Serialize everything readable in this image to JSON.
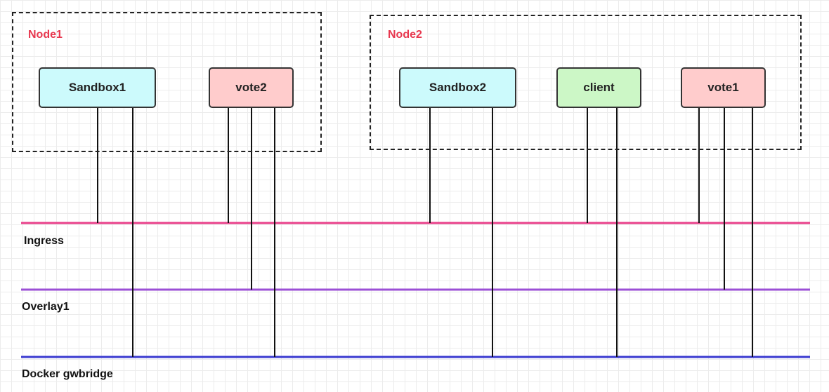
{
  "nodes": [
    {
      "id": "node1",
      "label": "Node1"
    },
    {
      "id": "node2",
      "label": "Node2"
    }
  ],
  "containers": [
    {
      "id": "sandbox1",
      "label": "Sandbox1",
      "node": "node1",
      "color": "#ccfafc"
    },
    {
      "id": "vote2",
      "label": "vote2",
      "node": "node1",
      "color": "#ffcccc"
    },
    {
      "id": "sandbox2",
      "label": "Sandbox2",
      "node": "node2",
      "color": "#ccfafc"
    },
    {
      "id": "client",
      "label": "client",
      "node": "node2",
      "color": "#ccf7c6"
    },
    {
      "id": "vote1",
      "label": "vote1",
      "node": "node2",
      "color": "#ffcccc"
    }
  ],
  "networks": [
    {
      "id": "ingress",
      "label": "Ingress",
      "color": "#e8408a"
    },
    {
      "id": "overlay1",
      "label": "Overlay1",
      "color": "#9b4fd6"
    },
    {
      "id": "gwbridge",
      "label": "Docker gwbridge",
      "color": "#3a3ad0"
    }
  ],
  "connections": [
    {
      "from": "sandbox1",
      "to": "ingress"
    },
    {
      "from": "sandbox1",
      "to": "gwbridge"
    },
    {
      "from": "vote2",
      "to": "ingress"
    },
    {
      "from": "vote2",
      "to": "overlay1"
    },
    {
      "from": "vote2",
      "to": "gwbridge"
    },
    {
      "from": "sandbox2",
      "to": "ingress"
    },
    {
      "from": "sandbox2",
      "to": "gwbridge"
    },
    {
      "from": "client",
      "to": "ingress"
    },
    {
      "from": "client",
      "to": "gwbridge"
    },
    {
      "from": "vote1",
      "to": "ingress"
    },
    {
      "from": "vote1",
      "to": "overlay1"
    },
    {
      "from": "vote1",
      "to": "gwbridge"
    }
  ]
}
